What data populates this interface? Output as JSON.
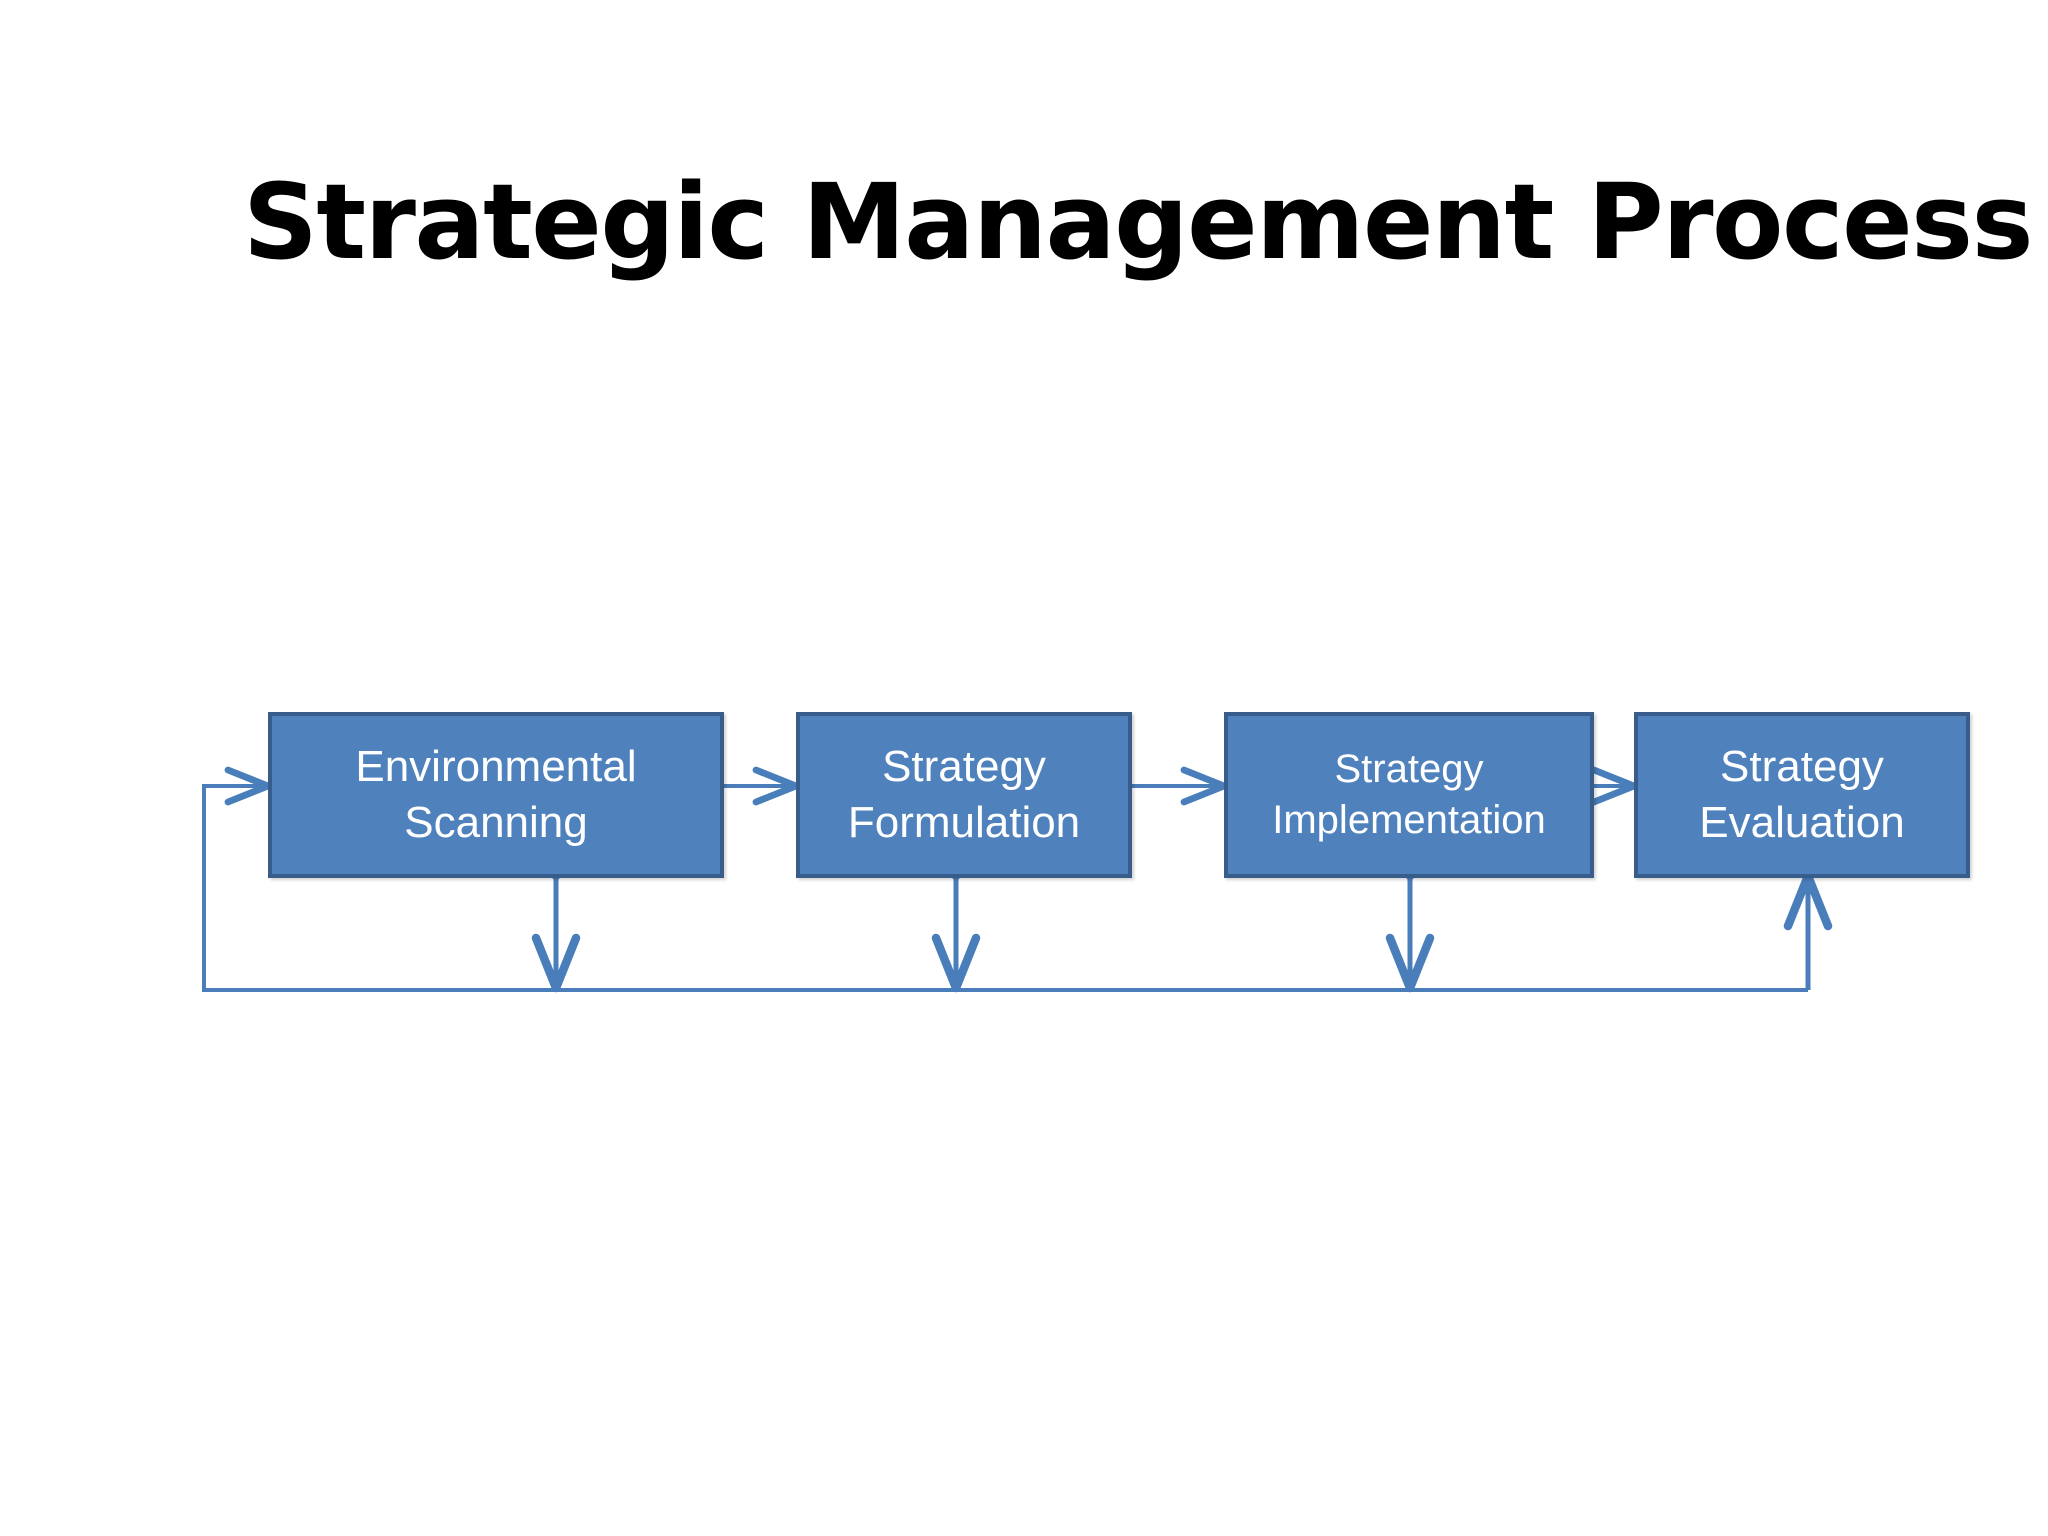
{
  "slide": {
    "title": "Strategic Management Process",
    "background_color": "#FFFFFF"
  },
  "theme": {
    "box_fill": "#4F81BD",
    "box_border": "#385D8A",
    "box_text": "#FFFFFF",
    "connector": "#4A7EBB",
    "title_text": "#000000"
  },
  "diagram": {
    "type": "process-flow",
    "boxes": [
      {
        "id": "environmental-scanning",
        "label": "Environmental\nScanning",
        "order": 1
      },
      {
        "id": "strategy-formulation",
        "label": "Strategy\nFormulation",
        "order": 2
      },
      {
        "id": "strategy-implementation",
        "label": "Strategy\nImplementation",
        "order": 3
      },
      {
        "id": "strategy-evaluation",
        "label": "Strategy\nEvaluation",
        "order": 4
      }
    ],
    "flow_connectors": [
      {
        "from": "environmental-scanning",
        "to": "strategy-formulation",
        "style": "arrow-right"
      },
      {
        "from": "strategy-formulation",
        "to": "strategy-implementation",
        "style": "arrow-right"
      },
      {
        "from": "strategy-implementation",
        "to": "strategy-evaluation",
        "style": "arrow-right"
      }
    ],
    "feedback_loop": {
      "description": "Feedback loop from Strategy Evaluation back to Environmental Scanning",
      "entry_arrow_into": "environmental-scanning",
      "riser_from": "strategy-evaluation",
      "bidirectional_links": [
        {
          "box": "environmental-scanning",
          "style": "double-headed-arrow"
        },
        {
          "box": "strategy-formulation",
          "style": "double-headed-arrow"
        },
        {
          "box": "strategy-implementation",
          "style": "double-headed-arrow"
        }
      ]
    }
  }
}
